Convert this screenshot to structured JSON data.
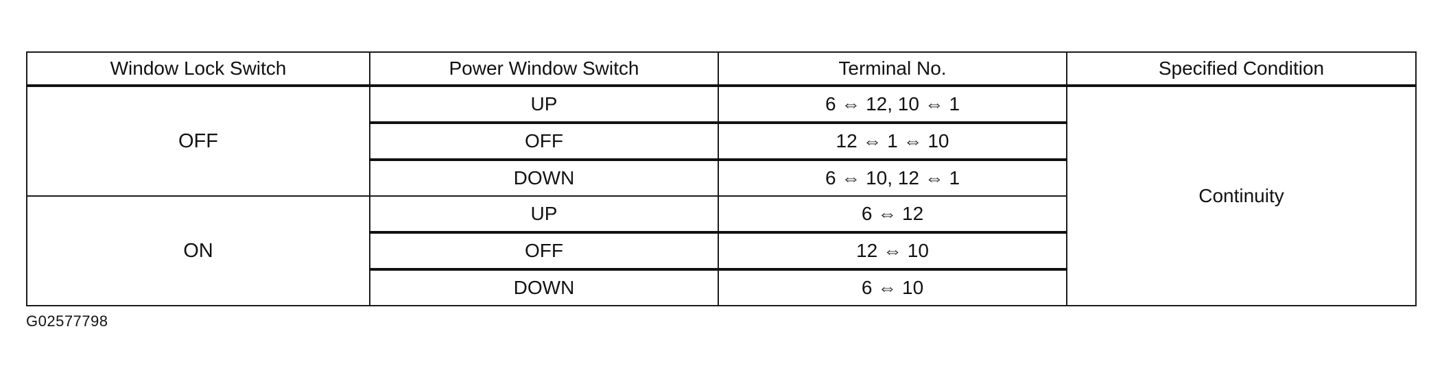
{
  "table": {
    "headers": [
      "Window Lock Switch",
      "Power Window Switch",
      "Terminal No.",
      "Specified Condition"
    ],
    "groups": [
      {
        "lock": "OFF",
        "rows": [
          {
            "switch": "UP",
            "terminal": "6 ⇔ 12, 10 ⇔ 1"
          },
          {
            "switch": "OFF",
            "terminal": "12 ⇔ 1 ⇔ 10"
          },
          {
            "switch": "DOWN",
            "terminal": "6 ⇔ 10, 12 ⇔ 1"
          }
        ]
      },
      {
        "lock": "ON",
        "rows": [
          {
            "switch": "UP",
            "terminal": "6 ⇔ 12"
          },
          {
            "switch": "OFF",
            "terminal": "12 ⇔ 10"
          },
          {
            "switch": "DOWN",
            "terminal": "6 ⇔ 10"
          }
        ]
      }
    ],
    "condition": "Continuity"
  },
  "figure_id": "G02577798"
}
